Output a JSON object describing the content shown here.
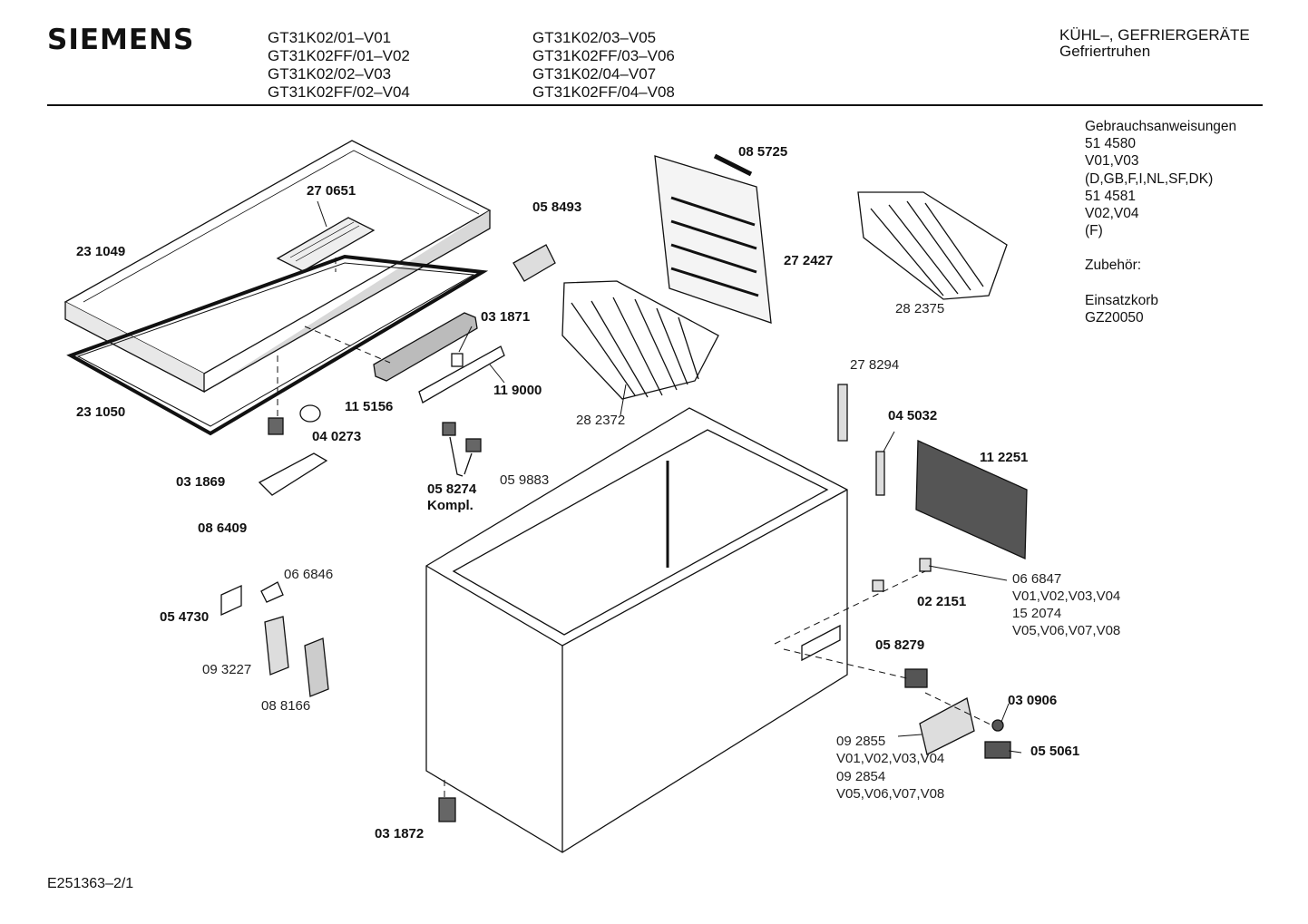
{
  "header": {
    "brand": "SIEMENS",
    "models_col1": [
      "GT31K02/01–V01",
      "GT31K02FF/01–V02",
      "GT31K02/02–V03",
      "GT31K02FF/02–V04"
    ],
    "models_col2": [
      "GT31K02/03–V05",
      "GT31K02FF/03–V06",
      "GT31K02/04–V07",
      "GT31K02FF/04–V08"
    ],
    "category": "KÜHL–, GEFRIERGERÄTE",
    "subcategory": "Gefriertruhen"
  },
  "sidebar": {
    "lines": [
      "Gebrauchsanweisungen",
      "51 4580",
      "V01,V03",
      "(D,GB,F,I,NL,SF,DK)",
      "51 4581",
      "V02,V04",
      "(F)",
      "",
      "Zubehör:",
      "",
      "Einsatzkorb",
      "GZ20050"
    ]
  },
  "parts": {
    "p270651": "27 0651",
    "p231049": "23 1049",
    "p231050": "23 1050",
    "p085725": "08 5725",
    "p058493": "05 8493",
    "p272427": "27 2427",
    "p282375": "28 2375",
    "p031871": "03 1871",
    "p115156": "11 5156",
    "p119000": "11 9000",
    "p282372": "28 2372",
    "p040273": "04 0273",
    "p031869": "03 1869",
    "p086409": "08 6409",
    "p058274": "05 8274",
    "p058274b": "Kompl.",
    "p059883": "05 9883",
    "p278294": "27 8294",
    "p045032": "04 5032",
    "p112251": "11 2251",
    "p066846": "06 6846",
    "p054730": "05 4730",
    "p093227": "09 3227",
    "p088166": "08 8166",
    "p066847": "06 6847",
    "p066847v": "V01,V02,V03,V04",
    "p152074": "15 2074",
    "p152074v": "V05,V06,V07,V08",
    "p022151": "02 2151",
    "p058279": "05 8279",
    "p030906": "03 0906",
    "p055061": "05 5061",
    "p092855": "09 2855",
    "p092855v": "V01,V02,V03,V04",
    "p092854": "09 2854",
    "p092854v": "V05,V06,V07,V08",
    "p031872": "03 1872"
  },
  "footer": {
    "code": "E251363–2/1"
  }
}
